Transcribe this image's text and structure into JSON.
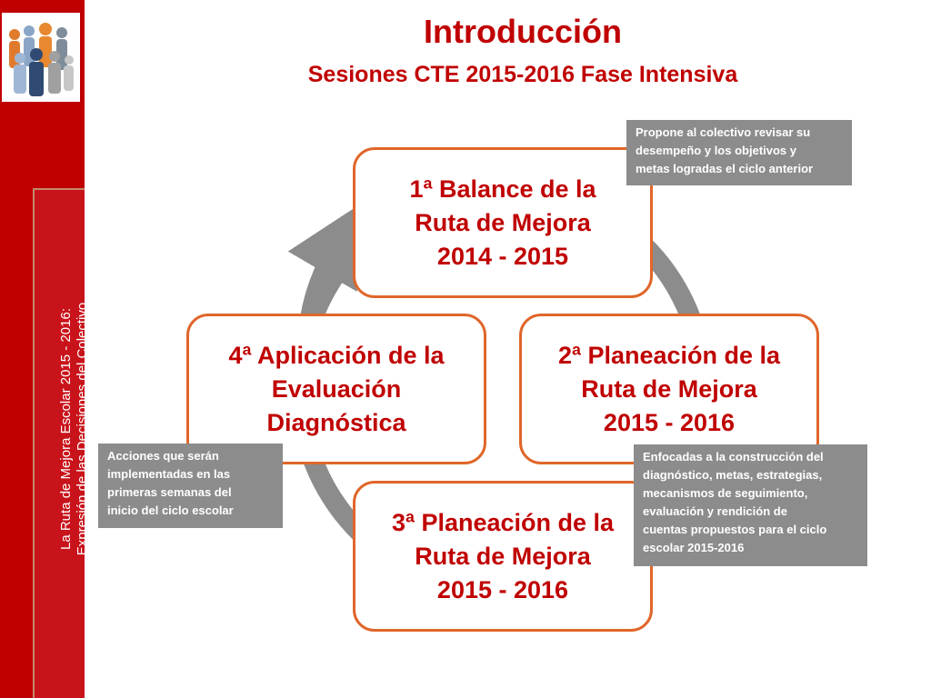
{
  "header": {
    "title": "Introducción",
    "subtitle": "Sesiones CTE 2015-2016 Fase Intensiva"
  },
  "sidebar": {
    "line1": "La Ruta de Mejora Escolar 2015 - 2016:",
    "line2": "Expresión de las Decisiones del Colectivo"
  },
  "cycle": {
    "nodes": [
      {
        "lines": [
          "1ª Balance de la",
          "Ruta de Mejora",
          "2014 - 2015"
        ]
      },
      {
        "lines": [
          "2ª Planeación de la",
          "Ruta de Mejora",
          "2015 - 2016"
        ]
      },
      {
        "lines": [
          "3ª Planeación de la",
          "Ruta de Mejora",
          "2015 - 2016"
        ]
      },
      {
        "lines": [
          "4ª Aplicación de la",
          "Evaluación",
          "Diagnóstica"
        ]
      }
    ]
  },
  "notes": {
    "top_right": [
      "Propone al colectivo revisar su",
      "desempeño y los objetivos y",
      "metas logradas el ciclo anterior"
    ],
    "left": [
      "Acciones que serán",
      "implementadas en las",
      "primeras semanas del",
      "inicio del ciclo escolar"
    ],
    "bottom_right": [
      "Enfocadas a la construcción del",
      "diagnóstico, metas, estrategias,",
      "mecanismos de seguimiento,",
      "evaluación y rendición de",
      "cuentas propuestos para el ciclo",
      "escolar 2015-2016"
    ]
  },
  "colors": {
    "accent_red": "#c00000",
    "node_border": "#e0662a",
    "arrow_gray": "#8c8c8c",
    "note_bg": "#8c8c8c"
  }
}
